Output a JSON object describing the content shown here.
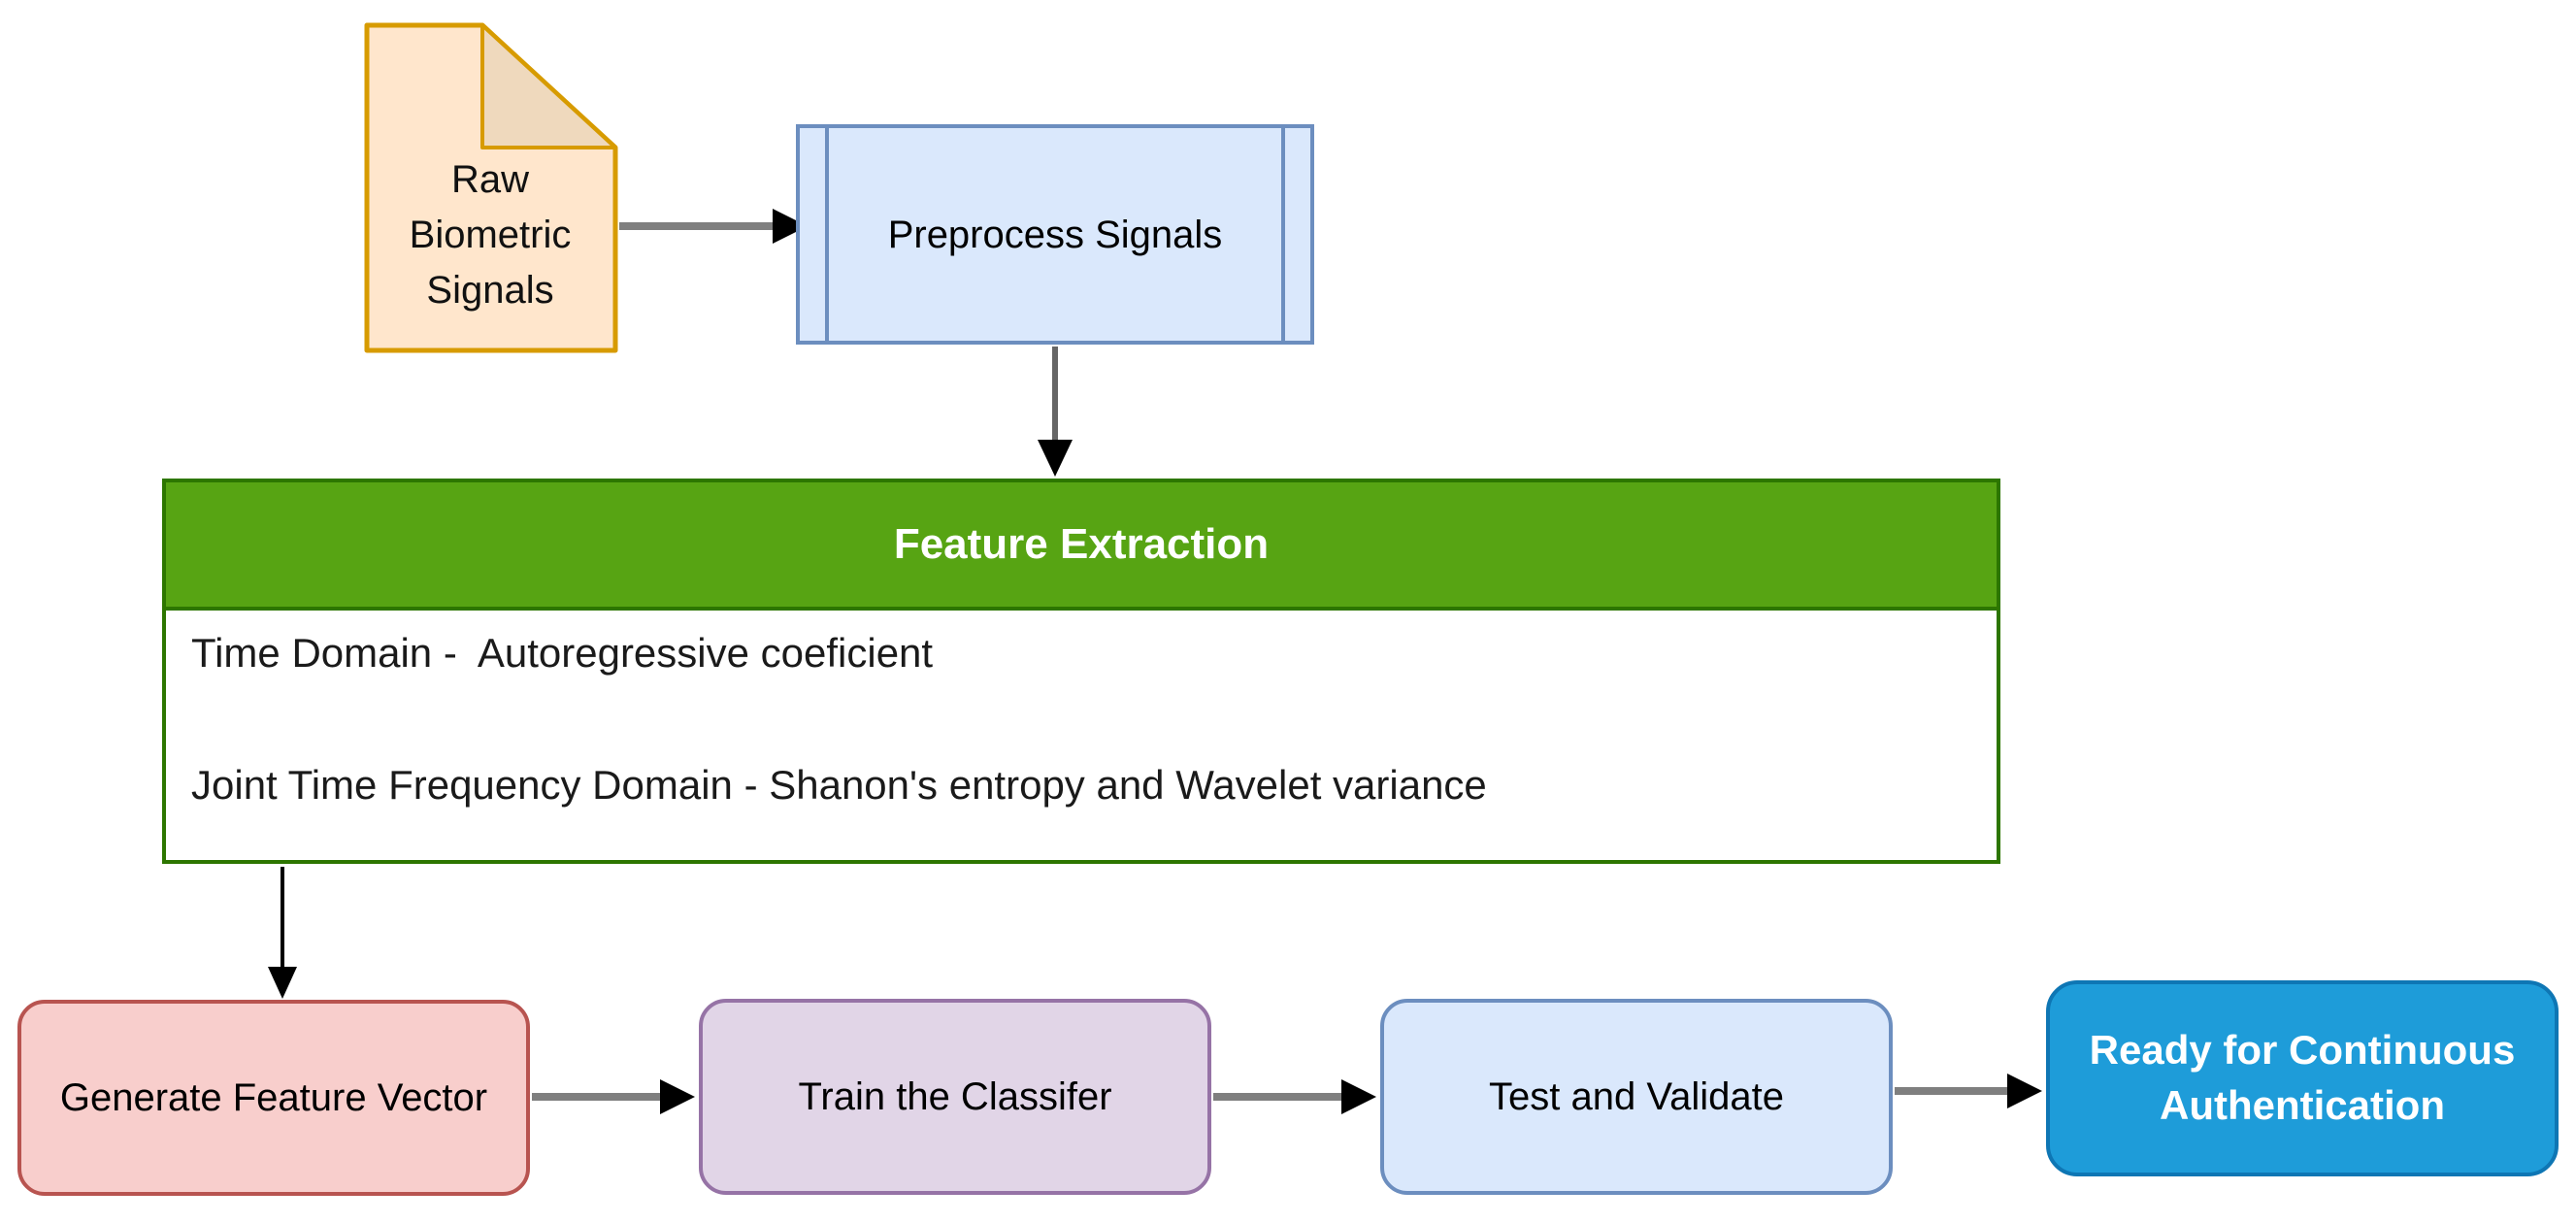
{
  "diagram": {
    "nodes": {
      "raw_biometric": {
        "label": "Raw Biometric Signals",
        "shape": "document",
        "fill": "#FFE6CC",
        "fold_fill": "#EFD9BD",
        "stroke": "#D79B00"
      },
      "preprocess": {
        "label": "Preprocess Signals",
        "shape": "predefined-process",
        "fill": "#DAE8FC",
        "stroke": "#6C8EBF"
      },
      "feature_extraction": {
        "title": "Feature Extraction",
        "items": [
          "Time Domain -  Autoregressive coeficient",
          "Joint Time Frequency Domain - Shanon's entropy and Wavelet variance"
        ],
        "header_fill": "#57A413",
        "stroke": "#2D7600",
        "title_color": "#FFFFFF"
      },
      "generate_feature_vector": {
        "label": "Generate Feature Vector",
        "fill": "#F8CECC",
        "stroke": "#B85450"
      },
      "train_classifier": {
        "label": "Train the Classifer",
        "fill": "#E1D5E7",
        "stroke": "#9673A6"
      },
      "test_validate": {
        "label": "Test and Validate",
        "fill": "#DAE8FC",
        "stroke": "#6C8EBF"
      },
      "ready_authentication": {
        "label": "Ready for Continuous Authentication",
        "fill": "#1E9CD9",
        "stroke": "#0E76B4",
        "text_color": "#FFFFFF"
      }
    },
    "edges": [
      {
        "from": "raw_biometric",
        "to": "preprocess"
      },
      {
        "from": "preprocess",
        "to": "feature_extraction"
      },
      {
        "from": "feature_extraction",
        "to": "generate_feature_vector"
      },
      {
        "from": "generate_feature_vector",
        "to": "train_classifier"
      },
      {
        "from": "train_classifier",
        "to": "test_validate"
      },
      {
        "from": "test_validate",
        "to": "ready_authentication"
      }
    ],
    "arrow_colors": {
      "shaft_gray": "#7F7F7F",
      "shaft_dark": "#666666",
      "shaft_black": "#000000",
      "head": "#000000"
    }
  }
}
